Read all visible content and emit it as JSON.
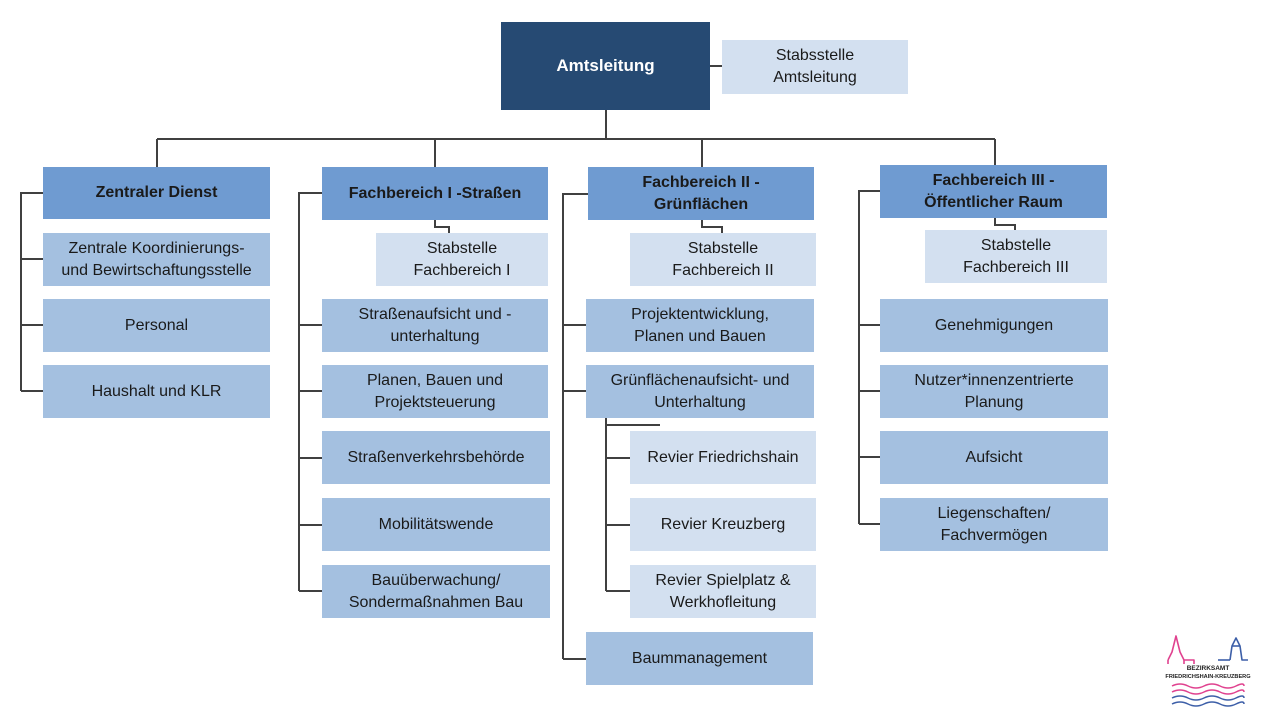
{
  "top": {
    "label": "Amtsleitung",
    "staff": "Stabsstelle\nAmtsleitung"
  },
  "departments": [
    {
      "head": "Zentraler Dienst",
      "units": [
        "Zentrale Koordinierungs-\nund Bewirtschaftungsstelle",
        "Personal",
        "Haushalt und KLR"
      ]
    },
    {
      "head": "Fachbereich I -Straßen",
      "staff": "Stabstelle\nFachbereich I",
      "units": [
        "Straßenaufsicht und -\nunterhaltung",
        "Planen, Bauen und\nProjektsteuerung",
        "Straßenverkehrsbehörde",
        "Mobilitätswende",
        "Bauüberwachung/\nSondermaßnahmen Bau"
      ]
    },
    {
      "head": "Fachbereich II -\nGrünflächen",
      "staff": "Stabstelle\nFachbereich II",
      "units": [
        "Projektentwicklung,\nPlanen und Bauen",
        "Grünflächenaufsicht- und\nUnterhaltung",
        "Baummanagement"
      ],
      "sub_units": [
        "Revier Friedrichshain",
        "Revier Kreuzberg",
        "Revier Spielplatz &\nWerkhofleitung"
      ]
    },
    {
      "head": "Fachbereich III -\nÖffentlicher Raum",
      "staff": "Stabstelle\nFachbereich III",
      "units": [
        "Genehmigungen",
        "Nutzer*innenzentrierte\nPlanung",
        "Aufsicht",
        "Liegenschaften/\nFachvermögen"
      ]
    }
  ],
  "logo": {
    "line1": "BEZIRKSAMT",
    "line2": "FRIEDRICHSHAIN-KREUZBERG"
  },
  "colors": {
    "top": "#264a73",
    "head": "#6f9bd1",
    "unit": "#a4c0e0",
    "staff": "#d3e0f0",
    "line": "#404040"
  }
}
